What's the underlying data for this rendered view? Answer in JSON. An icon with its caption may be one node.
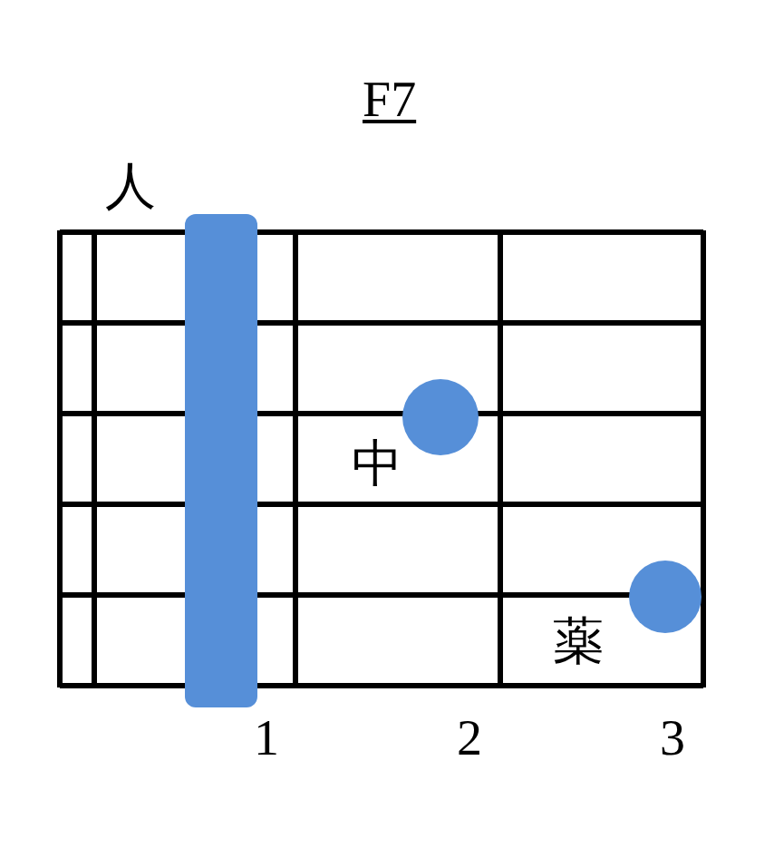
{
  "diagram": {
    "title": "F7",
    "nodes": [
      {
        "text": [],
        "shape": "bar",
        "beside": [
          "人"
        ]
      },
      {
        "text": [],
        "shape": "circle",
        "beside": [
          "中"
        ]
      },
      {
        "text": [],
        "shape": "circle",
        "beside": [
          "薬"
        ]
      }
    ],
    "labels": [
      "1",
      "2",
      "3"
    ]
  }
}
